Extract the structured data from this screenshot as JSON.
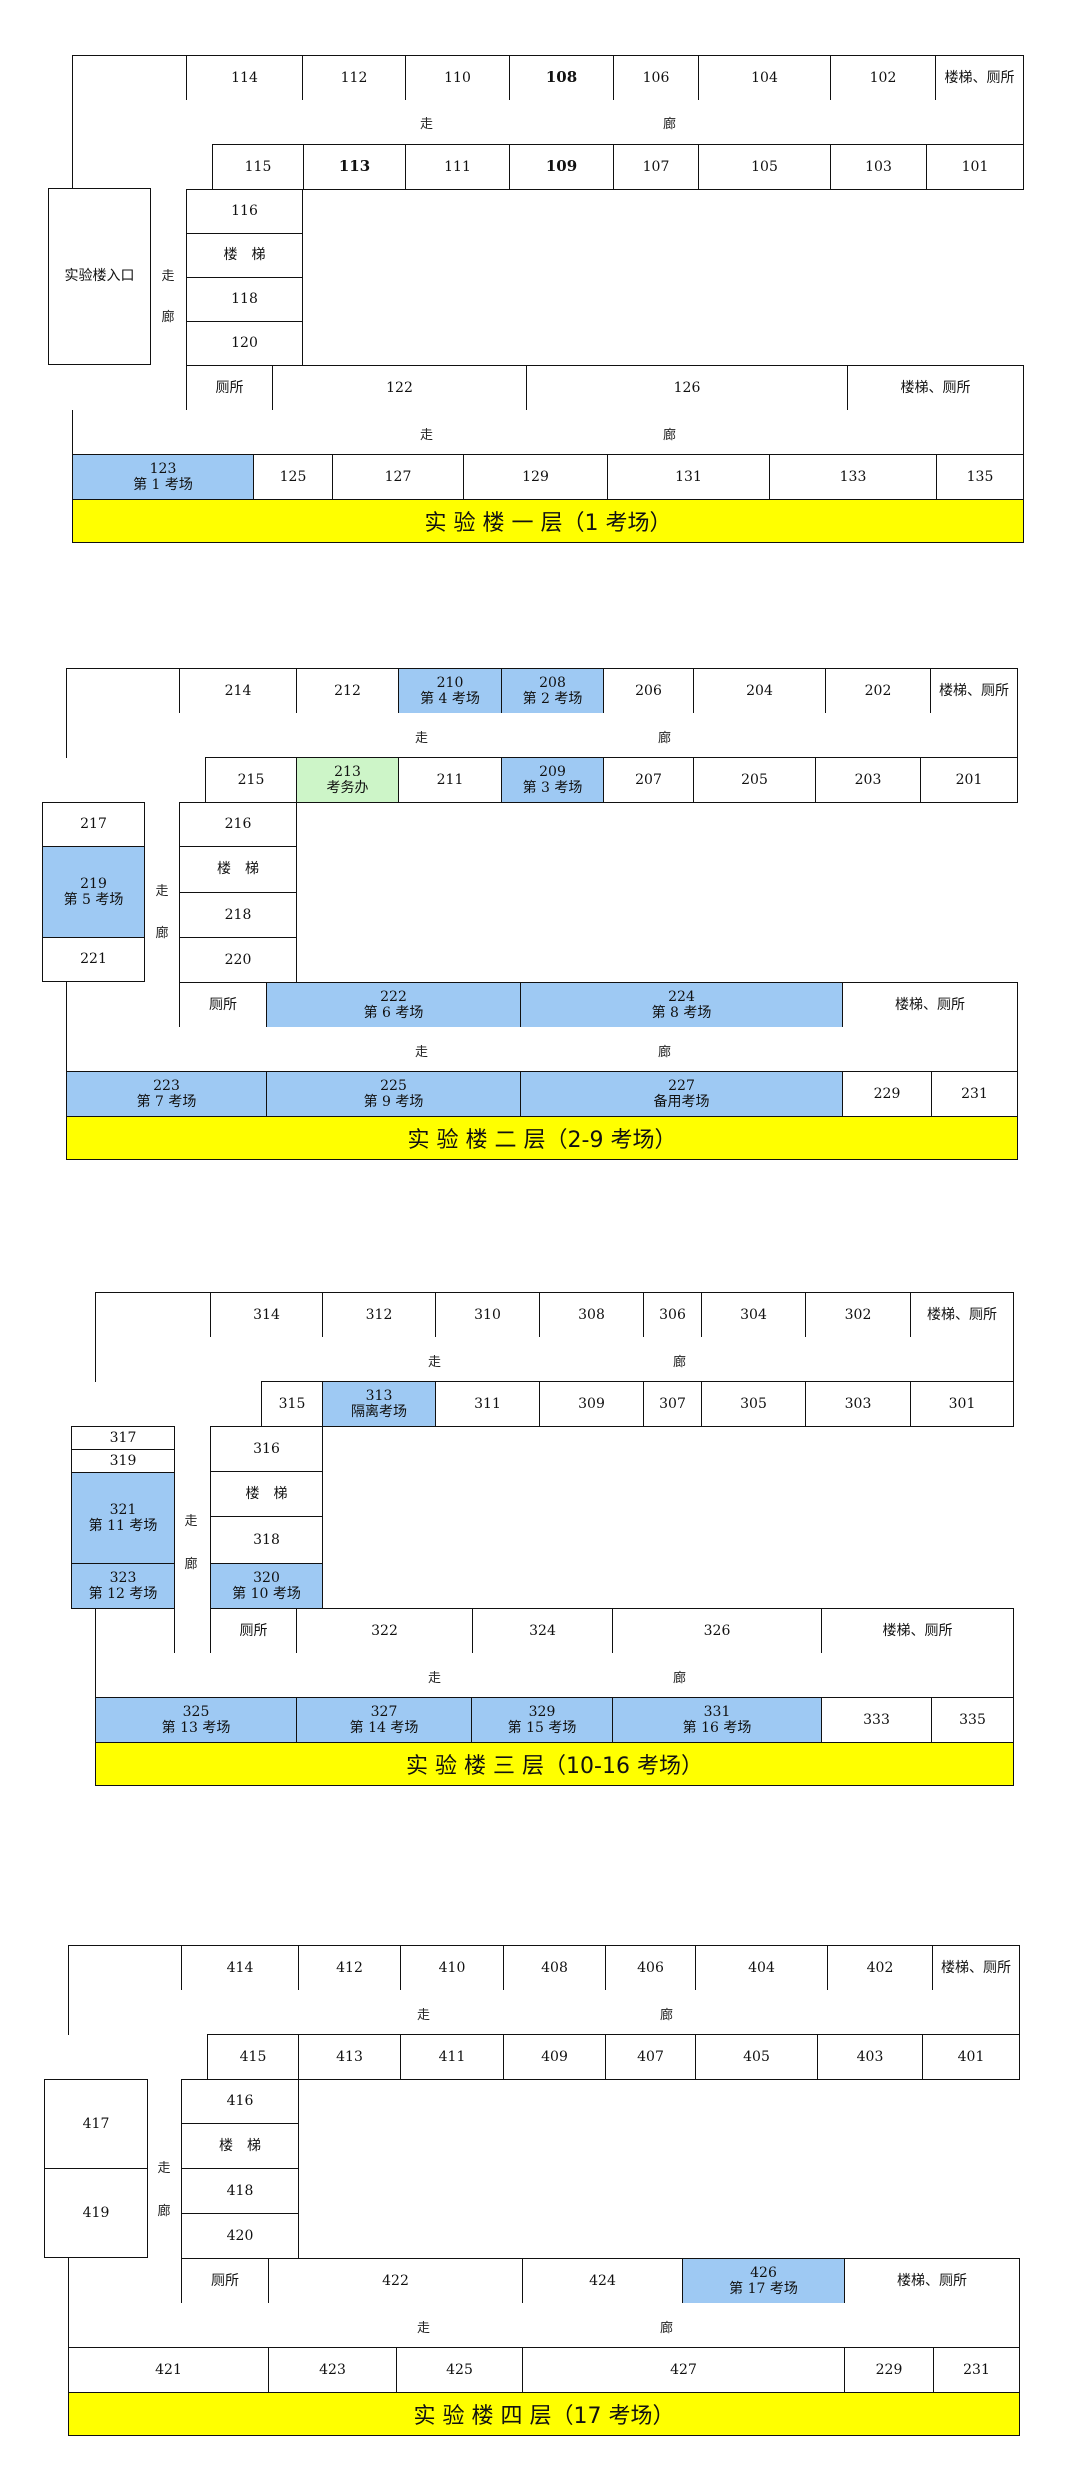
{
  "corridor": {
    "left": "走",
    "right": "廊"
  },
  "floor1": {
    "title": "实 验 楼 一 层（1 考场）",
    "entrance": "实验楼入口",
    "top_row": [
      "",
      "114",
      "112",
      "110",
      "108",
      "106",
      "104",
      "102",
      "楼梯、厕所"
    ],
    "second_row": [
      "115",
      "113",
      "111",
      "109",
      "107",
      "105",
      "103",
      "101"
    ],
    "left_column": [
      "116",
      "楼　梯",
      "118",
      "120"
    ],
    "middle_row": [
      "厕所",
      "122",
      "126",
      "楼梯、厕所"
    ],
    "bottom_row": [
      {
        "num": "123",
        "label": "第 1 考场"
      },
      {
        "num": "125"
      },
      {
        "num": "127"
      },
      {
        "num": "129"
      },
      {
        "num": "131"
      },
      {
        "num": "133"
      },
      {
        "num": "135"
      }
    ]
  },
  "floor2": {
    "title": "实 验 楼 二 层（2-9 考场）",
    "top_row": [
      {
        "num": ""
      },
      {
        "num": "214"
      },
      {
        "num": "212"
      },
      {
        "num": "210",
        "label": "第 4 考场"
      },
      {
        "num": "208",
        "label": "第 2 考场"
      },
      {
        "num": "206"
      },
      {
        "num": "204"
      },
      {
        "num": "202"
      },
      {
        "num": "楼梯、厕所"
      }
    ],
    "second_row": [
      {
        "num": "215"
      },
      {
        "num": "213",
        "label": "考务办"
      },
      {
        "num": "211"
      },
      {
        "num": "209",
        "label": "第 3 考场"
      },
      {
        "num": "207"
      },
      {
        "num": "205"
      },
      {
        "num": "203"
      },
      {
        "num": "201"
      }
    ],
    "west_rooms": [
      {
        "num": "217"
      },
      {
        "num": "219",
        "label": "第 5 考场"
      },
      {
        "num": "221"
      }
    ],
    "left_column": [
      "216",
      "楼　梯",
      "218",
      "220"
    ],
    "middle_row": [
      {
        "num": "厕所"
      },
      {
        "num": "222",
        "label": "第 6 考场"
      },
      {
        "num": "224",
        "label": "第 8 考场"
      },
      {
        "num": "楼梯、厕所"
      }
    ],
    "bottom_row": [
      {
        "num": "223",
        "label": "第 7 考场"
      },
      {
        "num": "225",
        "label": "第 9 考场"
      },
      {
        "num": "227",
        "label": "备用考场"
      },
      {
        "num": "229"
      },
      {
        "num": "231"
      }
    ]
  },
  "floor3": {
    "title": "实 验 楼 三 层（10-16 考场）",
    "top_row": [
      "",
      "314",
      "312",
      "310",
      "308",
      "306",
      "304",
      "302",
      "楼梯、厕所"
    ],
    "second_row": [
      {
        "num": "315"
      },
      {
        "num": "313",
        "label": "隔离考场"
      },
      {
        "num": "311"
      },
      {
        "num": "309"
      },
      {
        "num": "307"
      },
      {
        "num": "305"
      },
      {
        "num": "303"
      },
      {
        "num": "301"
      }
    ],
    "west_rooms": [
      {
        "num": "317"
      },
      {
        "num": "319"
      },
      {
        "num": "321",
        "label": "第 11 考场"
      },
      {
        "num": "323",
        "label": "第 12 考场"
      }
    ],
    "left_column": [
      {
        "num": "316"
      },
      {
        "num": "楼　梯"
      },
      {
        "num": "318"
      },
      {
        "num": "320",
        "label": "第 10 考场"
      }
    ],
    "middle_row": [
      "厕所",
      "322",
      "324",
      "326",
      "楼梯、厕所"
    ],
    "bottom_row": [
      {
        "num": "325",
        "label": "第 13 考场"
      },
      {
        "num": "327",
        "label": "第 14 考场"
      },
      {
        "num": "329",
        "label": "第 15 考场"
      },
      {
        "num": "331",
        "label": "第 16 考场"
      },
      {
        "num": "333"
      },
      {
        "num": "335"
      }
    ]
  },
  "floor4": {
    "title": "实 验 楼 四 层（17 考场）",
    "top_row": [
      "",
      "414",
      "412",
      "410",
      "408",
      "406",
      "404",
      "402",
      "楼梯、厕所"
    ],
    "second_row": [
      "415",
      "413",
      "411",
      "409",
      "407",
      "405",
      "403",
      "401"
    ],
    "west_rooms": [
      "417",
      "419"
    ],
    "left_column": [
      "416",
      "楼　梯",
      "418",
      "420"
    ],
    "middle_row": [
      {
        "num": "厕所"
      },
      {
        "num": "422"
      },
      {
        "num": "424"
      },
      {
        "num": "426",
        "label": "第 17 考场"
      },
      {
        "num": "楼梯、厕所"
      }
    ],
    "bottom_row": [
      "421",
      "423",
      "425",
      "427",
      "229",
      "231"
    ]
  },
  "colors": {
    "exam_room": "#9ec9f3",
    "office": "#cdf5c8",
    "banner": "#ffff00"
  }
}
